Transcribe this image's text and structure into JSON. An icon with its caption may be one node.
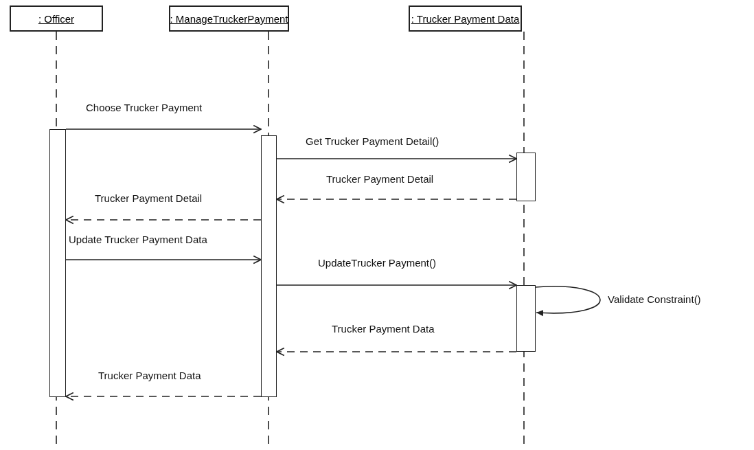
{
  "diagram": {
    "nodes": [
      {
        "text": [
          ": Officer"
        ]
      },
      {
        "text": [
          ": ManageTruckerPayment"
        ]
      },
      {
        "text": [
          ": Trucker Payment Data"
        ]
      },
      {
        "text": [],
        "shape": "bar"
      },
      {
        "text": [],
        "shape": "bar"
      },
      {
        "text": [],
        "shape": "bar"
      },
      {
        "text": [],
        "shape": "bar"
      }
    ],
    "edges": [
      {
        "from": 3,
        "to": 4,
        "arrow": "to",
        "label": "Choose Trucker Payment"
      },
      {
        "from": 4,
        "to": 5,
        "arrow": "to",
        "label": "Get Trucker Payment Detail()"
      },
      {
        "from": 5,
        "to": 4,
        "arrow": "to",
        "label": "Trucker Payment Detail",
        "style": "dashed"
      },
      {
        "from": 4,
        "to": 3,
        "arrow": "to",
        "label": "Trucker Payment Detail",
        "style": "dashed"
      },
      {
        "from": 3,
        "to": 4,
        "arrow": "to",
        "label": "Update Trucker Payment Data"
      },
      {
        "from": 4,
        "to": 6,
        "arrow": "to",
        "label": "UpdateTrucker Payment()"
      },
      {
        "from": 6,
        "to": 6,
        "arrow": "to",
        "label": "Validate Constraint()"
      },
      {
        "from": 6,
        "to": 4,
        "arrow": "to",
        "label": "Trucker Payment Data",
        "style": "dashed"
      },
      {
        "from": 4,
        "to": 3,
        "arrow": "to",
        "label": "Trucker Payment Data",
        "style": "dashed"
      }
    ]
  }
}
